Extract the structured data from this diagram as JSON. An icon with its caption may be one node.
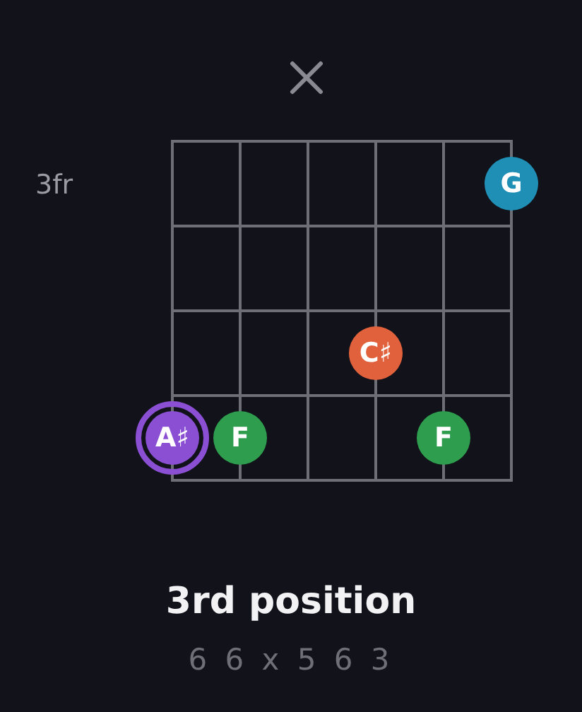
{
  "diagram": {
    "title": "3rd position",
    "caption": "6 6 x 5 6 3",
    "nodes": [
      {
        "text": [
          "G"
        ]
      },
      {
        "text": [
          "C♯"
        ]
      },
      {
        "text": [
          "A♯"
        ]
      },
      {
        "text": [
          "F"
        ]
      },
      {
        "text": [
          "F"
        ]
      }
    ],
    "labels": [
      "3fr"
    ]
  }
}
